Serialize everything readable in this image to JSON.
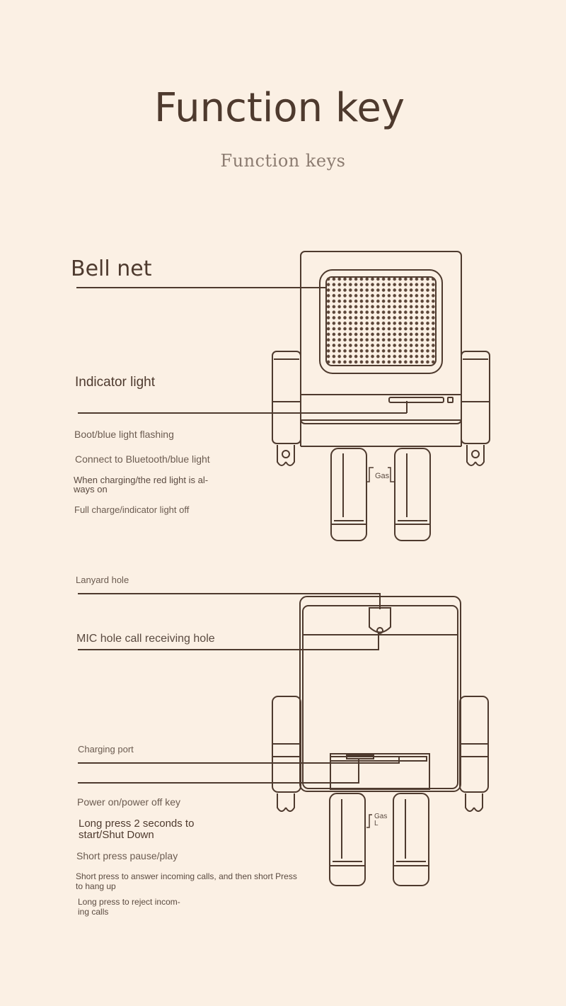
{
  "header": {
    "title": "Function key",
    "subtitle": "Function keys"
  },
  "front_view": {
    "bell_net": "Bell net",
    "indicator_light": "Indicator light",
    "boot": "Boot/blue light flashing",
    "bluetooth": "Connect to Bluetooth/blue light",
    "charging": "When charging/the red light is al-\nways on",
    "full_charge": "Full charge/indicator light off",
    "leg_label": "Gas"
  },
  "back_view": {
    "lanyard_hole": "Lanyard hole",
    "mic_hole": "MIC hole call receiving hole",
    "charging_port": "Charging port",
    "power_key": "Power on/power off key",
    "long_press_power": "Long press 2 seconds to\nstart/Shut Down",
    "short_press_play": "Short press pause/play",
    "short_press_answer": "Short press to answer incoming calls, and then short Press\nto hang up",
    "long_press_reject": "Long press to reject incom-\ning calls",
    "leg_label": "Gas\nL"
  },
  "colors": {
    "background": "#fbf0e4",
    "stroke": "#4e3a2e",
    "text": "#4e3a2e"
  }
}
